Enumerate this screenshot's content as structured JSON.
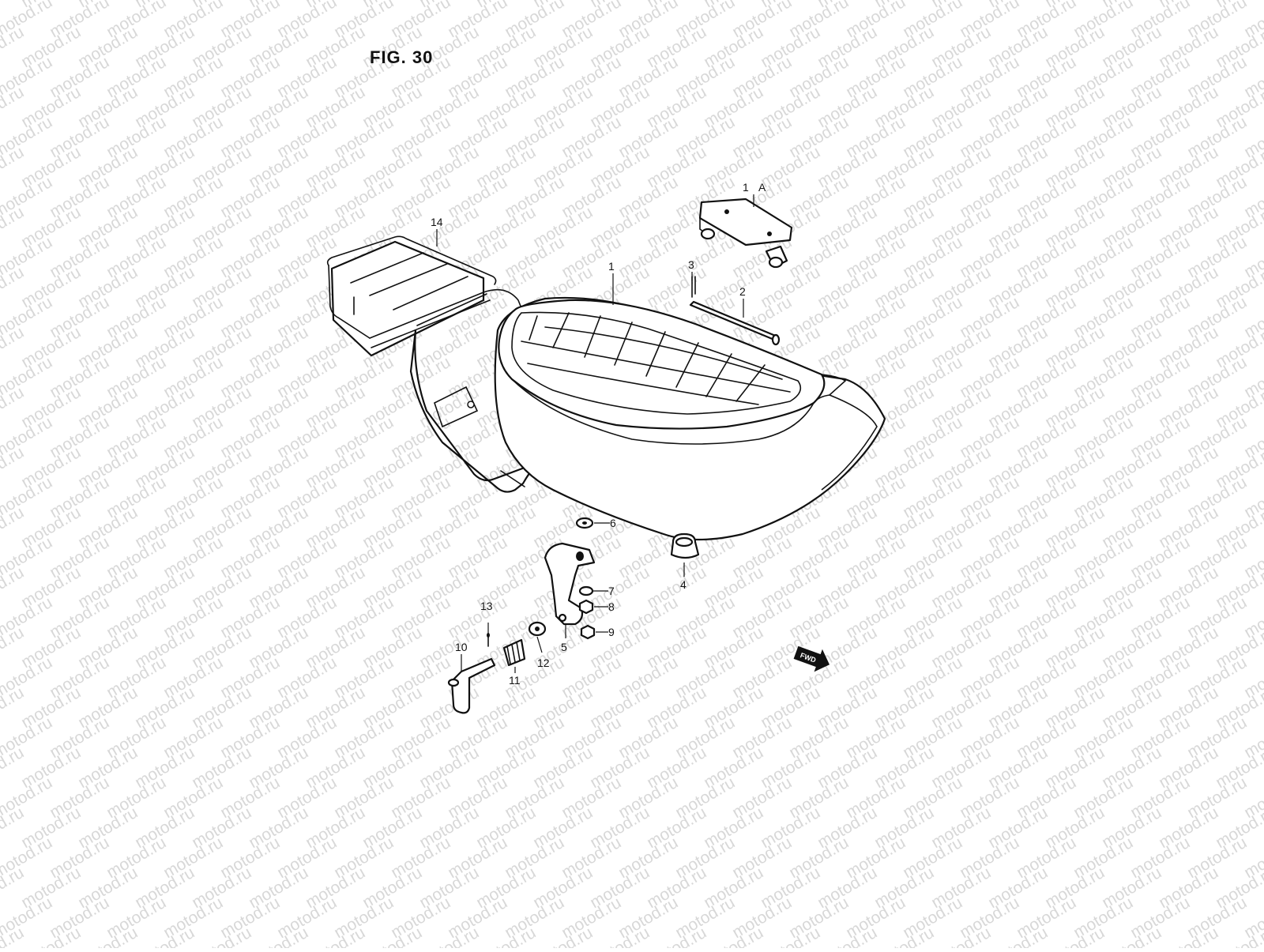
{
  "figure": {
    "title": "FIG. 30",
    "watermark": "motod.ru",
    "fwd_label": "FWD"
  },
  "callouts": [
    {
      "id": "c1a",
      "text": "1"
    },
    {
      "id": "cA",
      "text": "A"
    },
    {
      "id": "c14",
      "text": "14"
    },
    {
      "id": "c1",
      "text": "1"
    },
    {
      "id": "c3",
      "text": "3"
    },
    {
      "id": "c2",
      "text": "2"
    },
    {
      "id": "c6",
      "text": "6"
    },
    {
      "id": "c4",
      "text": "4"
    },
    {
      "id": "c7",
      "text": "7"
    },
    {
      "id": "c8",
      "text": "8"
    },
    {
      "id": "c9",
      "text": "9"
    },
    {
      "id": "c13",
      "text": "13"
    },
    {
      "id": "c10",
      "text": "10"
    },
    {
      "id": "c11",
      "text": "11"
    },
    {
      "id": "c12",
      "text": "12"
    },
    {
      "id": "c5",
      "text": "5"
    }
  ]
}
